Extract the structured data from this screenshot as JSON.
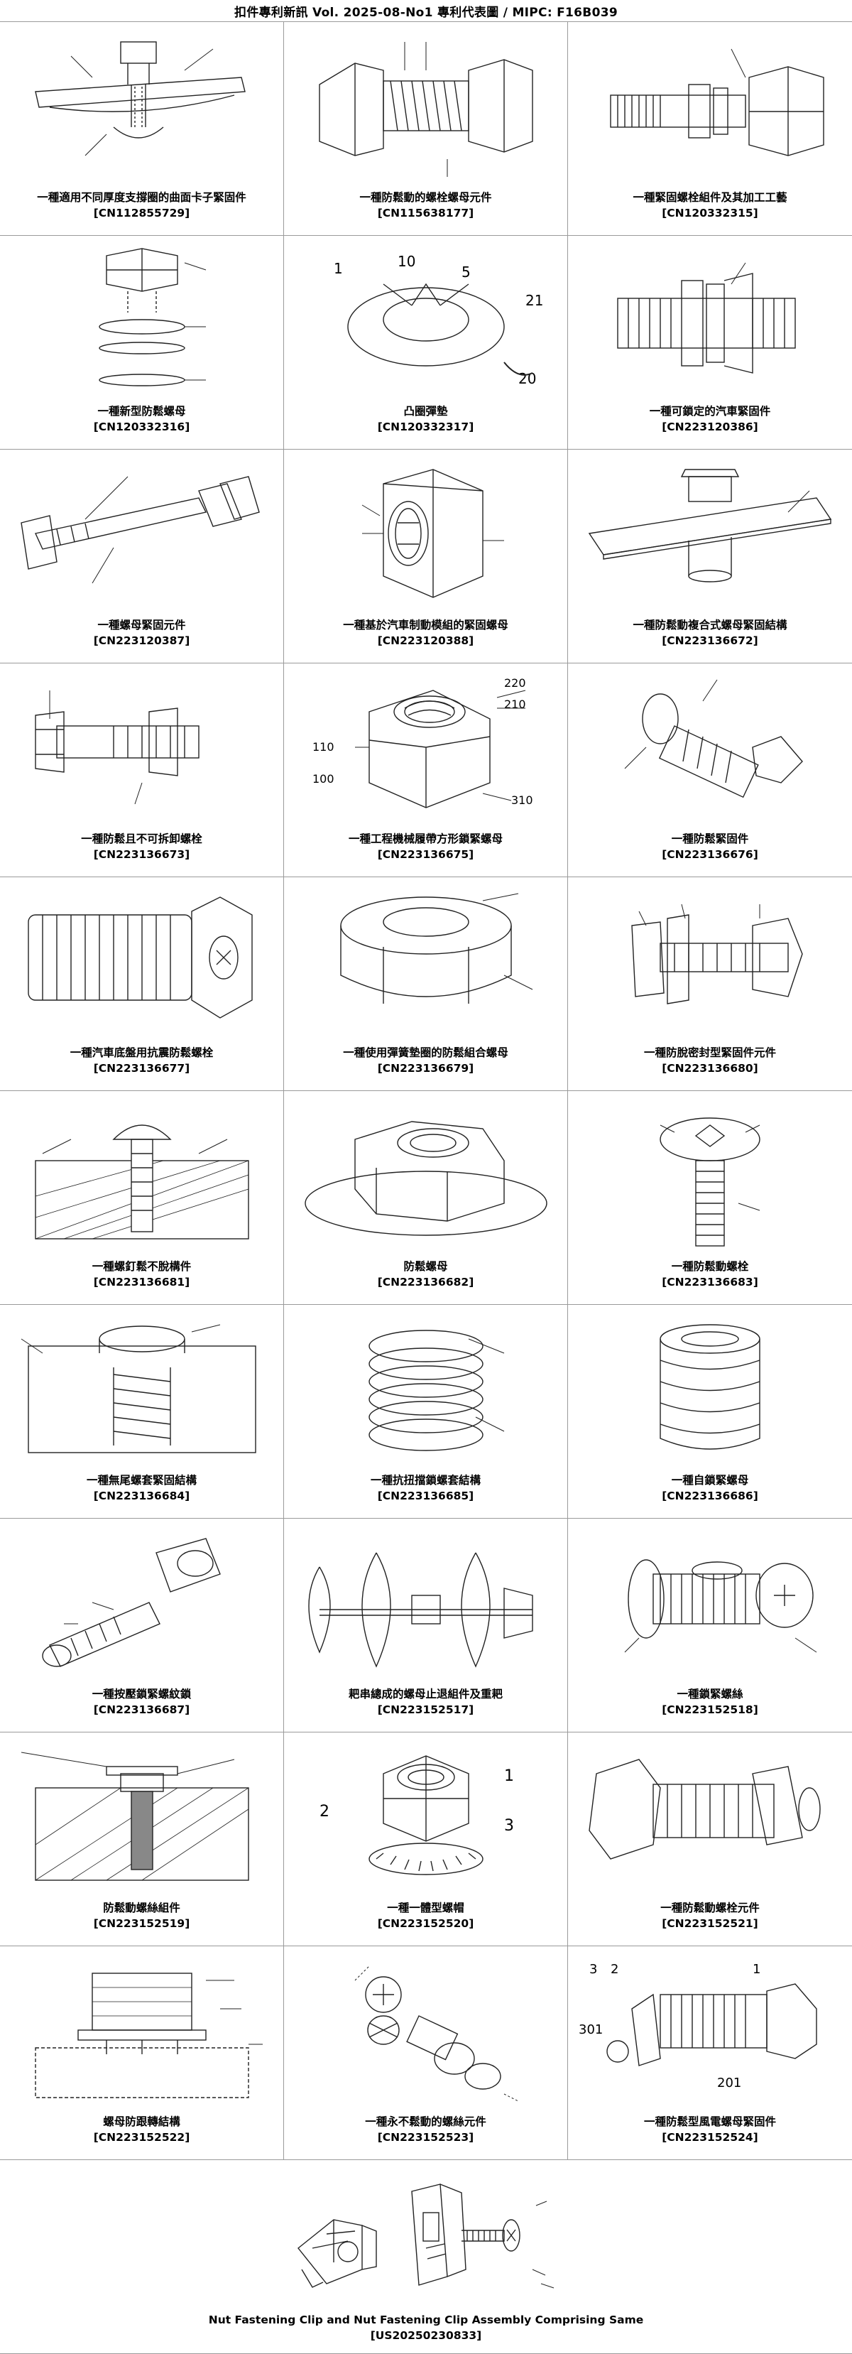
{
  "header": "扣件專利新訊  Vol. 2025-08-No1  專利代表圖  /  MIPC:  F16B039",
  "cells": [
    {
      "title": "一種適用不同厚度支撐圈的曲面卡子緊固件",
      "number": "[CN112855729]",
      "icon": "clip-fastener-drawing"
    },
    {
      "title": "一種防鬆動的螺栓螺母元件",
      "number": "[CN115638177]",
      "icon": "bolt-nut-drawing"
    },
    {
      "title": "一種緊固螺栓組件及其加工工藝",
      "number": "[CN120332315]",
      "icon": "bolt-assembly-drawing"
    },
    {
      "title": "一種新型防鬆螺母",
      "number": "[CN120332316]",
      "icon": "exploded-nut-drawing"
    },
    {
      "title": "凸圈彈墊",
      "number": "[CN120332317]",
      "icon": "spring-washer-drawing"
    },
    {
      "title": "一種可鎖定的汽車緊固件",
      "number": "[CN223120386]",
      "icon": "lockable-fastener-drawing"
    },
    {
      "title": "一種螺母緊固元件",
      "number": "[CN223120387]",
      "icon": "nut-fastening-drawing"
    },
    {
      "title": "一種基於汽車制動模組的緊固螺母",
      "number": "[CN223120388]",
      "icon": "brake-nut-drawing"
    },
    {
      "title": "一種防鬆動複合式螺母緊固結構",
      "number": "[CN223136672]",
      "icon": "composite-nut-drawing"
    },
    {
      "title": "一種防鬆且不可拆卸螺栓",
      "number": "[CN223136673]",
      "icon": "non-removable-bolt-drawing"
    },
    {
      "title": "一種工程機械履帶方形鎖緊螺母",
      "number": "[CN223136675]",
      "icon": "square-lock-nut-drawing"
    },
    {
      "title": "一種防鬆緊固件",
      "number": "[CN223136676]",
      "icon": "anti-loose-fastener-drawing"
    },
    {
      "title": "一種汽車底盤用抗震防鬆螺栓",
      "number": "[CN223136677]",
      "icon": "chassis-bolt-drawing"
    },
    {
      "title": "一種使用彈簧墊圈的防鬆組合螺母",
      "number": "[CN223136679]",
      "icon": "flange-nut-drawing"
    },
    {
      "title": "一種防脫密封型緊固件元件",
      "number": "[CN223136680]",
      "icon": "sealed-fastener-drawing"
    },
    {
      "title": "一種螺釘鬆不脫構件",
      "number": "[CN223136681]",
      "icon": "captive-screw-drawing"
    },
    {
      "title": "防鬆螺母",
      "number": "[CN223136682]",
      "icon": "anti-loose-nut-drawing"
    },
    {
      "title": "一種防鬆動螺栓",
      "number": "[CN223136683]",
      "icon": "anti-loose-bolt-drawing"
    },
    {
      "title": "一種無尾螺套緊固結構",
      "number": "[CN223136684]",
      "icon": "tangless-insert-drawing"
    },
    {
      "title": "一種抗扭擋鎖螺套結構",
      "number": "[CN223136685]",
      "icon": "coil-insert-drawing"
    },
    {
      "title": "一種自鎖緊螺母",
      "number": "[CN223136686]",
      "icon": "self-locking-nut-drawing"
    },
    {
      "title": "一種按壓鎖緊螺紋鎖",
      "number": "[CN223136687]",
      "icon": "press-thread-lock-drawing"
    },
    {
      "title": "耙串總成的螺母止退組件及重耙",
      "number": "[CN223152517]",
      "icon": "harrow-assembly-drawing"
    },
    {
      "title": "一種鎖緊螺絲",
      "number": "[CN223152518]",
      "icon": "locking-screw-drawing"
    },
    {
      "title": "防鬆動螺絲組件",
      "number": "[CN223152519]",
      "icon": "screw-assembly-drawing"
    },
    {
      "title": "一種一體型螺帽",
      "number": "[CN223152520]",
      "icon": "integrated-nut-drawing"
    },
    {
      "title": "一種防鬆動螺栓元件",
      "number": "[CN223152521]",
      "icon": "bolt-element-drawing"
    },
    {
      "title": "螺母防跟轉結構",
      "number": "[CN223152522]",
      "icon": "anti-rotation-nut-drawing"
    },
    {
      "title": "一種永不鬆動的螺絲元件",
      "number": "[CN223152523]",
      "icon": "exploded-screw-drawing"
    },
    {
      "title": "一種防鬆型風電螺母緊固件",
      "number": "[CN223152524]",
      "icon": "wind-power-nut-drawing"
    }
  ],
  "last": {
    "title": "Nut Fastening Clip and Nut Fastening Clip Assembly Comprising Same",
    "number": "[US20250230833]",
    "icon": "nut-clip-drawing"
  }
}
